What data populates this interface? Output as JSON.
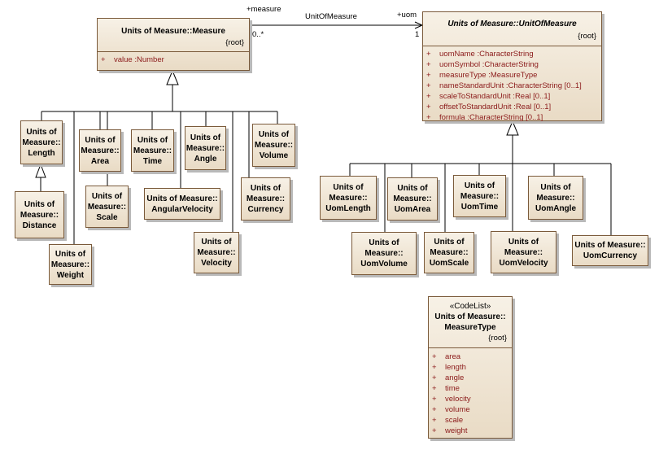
{
  "association": {
    "name": "UnitOfMeasure",
    "source_role": "+measure",
    "source_mult": "0..*",
    "target_role": "+uom",
    "target_mult": "1"
  },
  "measure": {
    "title": "Units of Measure::Measure",
    "stereo": "{root}",
    "attributes": [
      {
        "vis": "+",
        "text": "value  :Number"
      }
    ]
  },
  "uom": {
    "title": "Units of Measure::UnitOfMeasure",
    "stereo": "{root}",
    "attributes": [
      {
        "vis": "+",
        "text": "uomName  :CharacterString"
      },
      {
        "vis": "+",
        "text": "uomSymbol  :CharacterString"
      },
      {
        "vis": "+",
        "text": "measureType  :MeasureType"
      },
      {
        "vis": "+",
        "text": "nameStandardUnit  :CharacterString [0..1]"
      },
      {
        "vis": "+",
        "text": "scaleToStandardUnit  :Real [0..1]"
      },
      {
        "vis": "+",
        "text": "offsetToStandardUnit  :Real [0..1]"
      },
      {
        "vis": "+",
        "text": "formula  :CharacterString [0..1]"
      }
    ]
  },
  "measure_subclasses": {
    "length": [
      "Units of",
      "Measure::",
      "Length"
    ],
    "distance": [
      "Units of",
      "Measure::",
      "Distance"
    ],
    "weight": [
      "Units of",
      "Measure::",
      "Weight"
    ],
    "area": [
      "Units of",
      "Measure::",
      "Area"
    ],
    "scale": [
      "Units of",
      "Measure::",
      "Scale"
    ],
    "time": [
      "Units of",
      "Measure::",
      "Time"
    ],
    "angle": [
      "Units of",
      "Measure::",
      "Angle"
    ],
    "angular_velocity": [
      "Units of Measure::",
      "AngularVelocity"
    ],
    "velocity": [
      "Units of",
      "Measure::",
      "Velocity"
    ],
    "currency": [
      "Units of",
      "Measure::",
      "Currency"
    ],
    "volume": [
      "Units of",
      "Measure::",
      "Volume"
    ]
  },
  "uom_subclasses": {
    "length": [
      "Units of",
      "Measure::",
      "UomLength"
    ],
    "volume": [
      "Units of",
      "Measure::",
      "UomVolume"
    ],
    "area": [
      "Units of",
      "Measure::",
      "UomArea"
    ],
    "scale": [
      "Units of",
      "Measure::",
      "UomScale"
    ],
    "time": [
      "Units of",
      "Measure::",
      "UomTime"
    ],
    "velocity": [
      "Units of",
      "Measure::",
      "UomVelocity"
    ],
    "angle": [
      "Units of",
      "Measure::",
      "UomAngle"
    ],
    "currency": [
      "Units of Measure::",
      "UomCurrency"
    ]
  },
  "measure_type": {
    "stereotype": "«CodeList»",
    "title_line1": "Units of Measure::",
    "title_line2": "MeasureType",
    "stereo": "{root}",
    "values": [
      {
        "vis": "+",
        "text": "area"
      },
      {
        "vis": "+",
        "text": "length"
      },
      {
        "vis": "+",
        "text": "angle"
      },
      {
        "vis": "+",
        "text": "time"
      },
      {
        "vis": "+",
        "text": "velocity"
      },
      {
        "vis": "+",
        "text": "volume"
      },
      {
        "vis": "+",
        "text": "scale"
      },
      {
        "vis": "+",
        "text": "weight"
      }
    ]
  },
  "colors": {
    "class_fill": "#efe4d2",
    "class_border": "#7a5a3a",
    "attribute_text": "#8b1a1a",
    "line": "#000000"
  }
}
